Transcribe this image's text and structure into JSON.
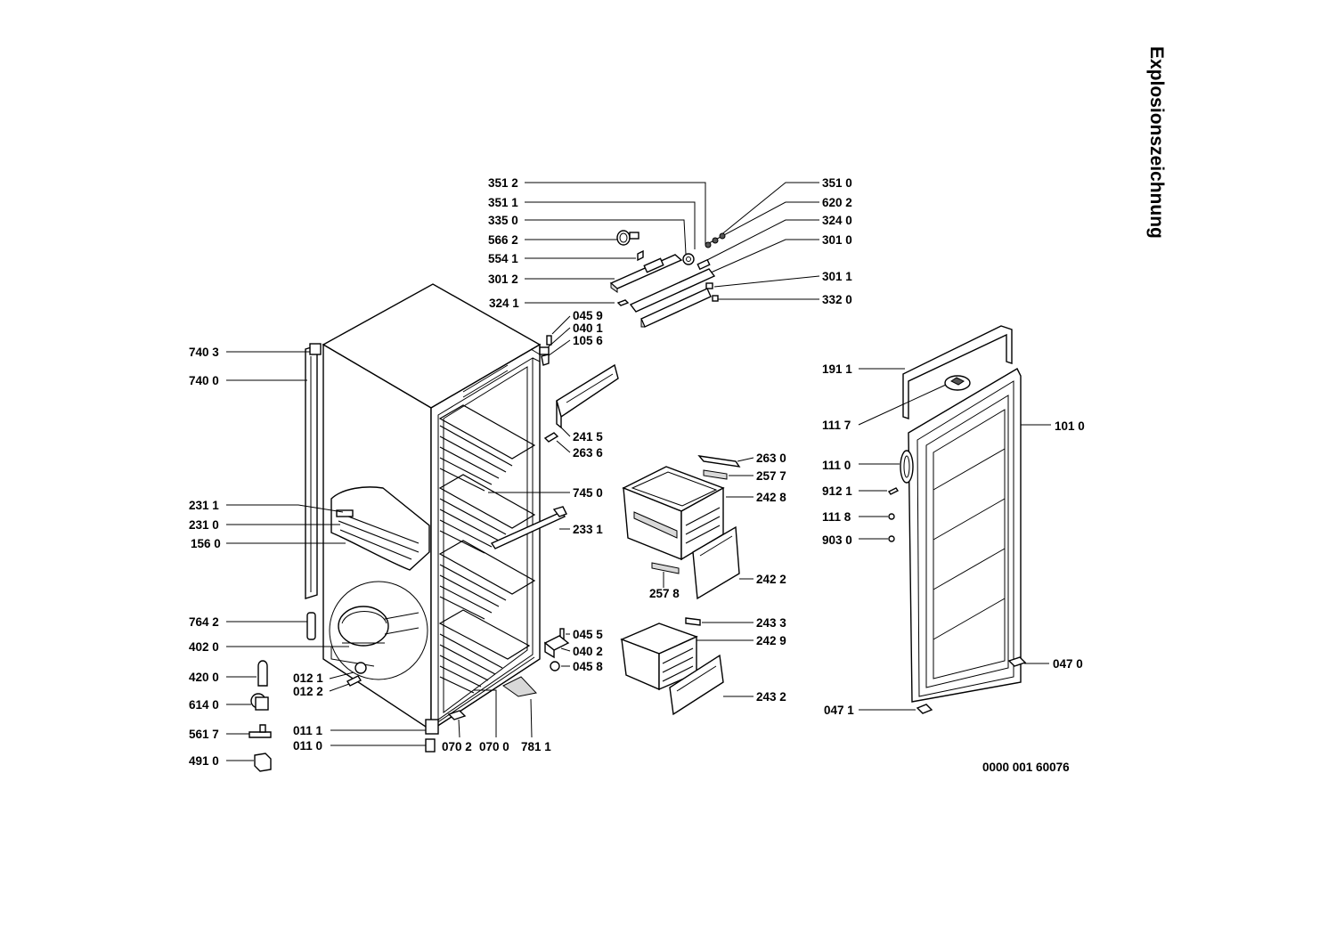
{
  "title": "Explosionszeichnung",
  "drawing_number": "0000 001 60076",
  "labels": [
    {
      "id": "p3512",
      "text": "351 2"
    },
    {
      "id": "p3511",
      "text": "351 1"
    },
    {
      "id": "p3350",
      "text": "335 0"
    },
    {
      "id": "p5662",
      "text": "566 2"
    },
    {
      "id": "p5541",
      "text": "554 1"
    },
    {
      "id": "p3012",
      "text": "301 2"
    },
    {
      "id": "p3241",
      "text": "324 1"
    },
    {
      "id": "p3510",
      "text": "351 0"
    },
    {
      "id": "p6202",
      "text": "620 2"
    },
    {
      "id": "p3240",
      "text": "324 0"
    },
    {
      "id": "p3010",
      "text": "301 0"
    },
    {
      "id": "p3011",
      "text": "301 1"
    },
    {
      "id": "p3320",
      "text": "332 0"
    },
    {
      "id": "p0459",
      "text": "045 9"
    },
    {
      "id": "p0401",
      "text": "040 1"
    },
    {
      "id": "p1056",
      "text": "105 6"
    },
    {
      "id": "p7403",
      "text": "740 3"
    },
    {
      "id": "p7400",
      "text": "740 0"
    },
    {
      "id": "p2415",
      "text": "241 5"
    },
    {
      "id": "p2636",
      "text": "263 6"
    },
    {
      "id": "p2630",
      "text": "263 0"
    },
    {
      "id": "p2577",
      "text": "257 7"
    },
    {
      "id": "p2428",
      "text": "242 8"
    },
    {
      "id": "p7450",
      "text": "745 0"
    },
    {
      "id": "p2311",
      "text": "231 1"
    },
    {
      "id": "p2310",
      "text": "231 0"
    },
    {
      "id": "p1560",
      "text": "156 0"
    },
    {
      "id": "p2331",
      "text": "233 1"
    },
    {
      "id": "p2578",
      "text": "257 8"
    },
    {
      "id": "p2422",
      "text": "242 2"
    },
    {
      "id": "p7642",
      "text": "764 2"
    },
    {
      "id": "p4020",
      "text": "402 0"
    },
    {
      "id": "p2433",
      "text": "243 3"
    },
    {
      "id": "p0455",
      "text": "045 5"
    },
    {
      "id": "p2429",
      "text": "242 9"
    },
    {
      "id": "p0402",
      "text": "040 2"
    },
    {
      "id": "p0458",
      "text": "045 8"
    },
    {
      "id": "p4200",
      "text": "420 0"
    },
    {
      "id": "p0121",
      "text": "012 1"
    },
    {
      "id": "p0122",
      "text": "012 2"
    },
    {
      "id": "p6140",
      "text": "614 0"
    },
    {
      "id": "p2432",
      "text": "243 2"
    },
    {
      "id": "p5617",
      "text": "561 7"
    },
    {
      "id": "p0111",
      "text": "011 1"
    },
    {
      "id": "p0110",
      "text": "011 0"
    },
    {
      "id": "p0702",
      "text": "070 2"
    },
    {
      "id": "p0700",
      "text": "070 0"
    },
    {
      "id": "p7811",
      "text": "781 1"
    },
    {
      "id": "p4910",
      "text": "491 0"
    },
    {
      "id": "p1911",
      "text": "191 1"
    },
    {
      "id": "p1117",
      "text": "111 7"
    },
    {
      "id": "p1010",
      "text": "101 0"
    },
    {
      "id": "p1110",
      "text": "111 0"
    },
    {
      "id": "p9121",
      "text": "912 1"
    },
    {
      "id": "p1118",
      "text": "111 8"
    },
    {
      "id": "p9030",
      "text": "903 0"
    },
    {
      "id": "p0470",
      "text": "047 0"
    },
    {
      "id": "p0471",
      "text": "047 1"
    }
  ]
}
